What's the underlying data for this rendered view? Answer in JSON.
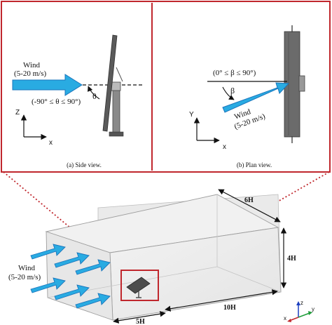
{
  "side_view": {
    "wind_label": "Wind",
    "wind_speed": "(5-20 m/s)",
    "angle_symbol": "θ",
    "angle_range": "(-90° ≤ θ ≤ 90°)",
    "axis_z": "Z",
    "axis_x": "x",
    "caption": "(a) Side view."
  },
  "plan_view": {
    "angle_range": "(0° ≤ β ≤ 90°)",
    "angle_symbol": "β",
    "wind_label": "Wind",
    "wind_speed": "(5-20 m/s)",
    "axis_y": "Y",
    "axis_x": "x",
    "caption": "(b) Plan view."
  },
  "domain": {
    "wind_label": "Wind",
    "wind_speed": "(5-20 m/s)",
    "dim_width": "6H",
    "dim_height": "4H",
    "dim_downstream": "10H",
    "dim_upstream": "5H"
  },
  "triad": {
    "z": "z",
    "y": "y",
    "x": "x"
  },
  "colors": {
    "frame": "#c0272d",
    "arrow_fill": "#29abe2",
    "arrow_stroke": "#1b75bc",
    "panel": "#555555",
    "box_fill": "#eeeeee"
  }
}
